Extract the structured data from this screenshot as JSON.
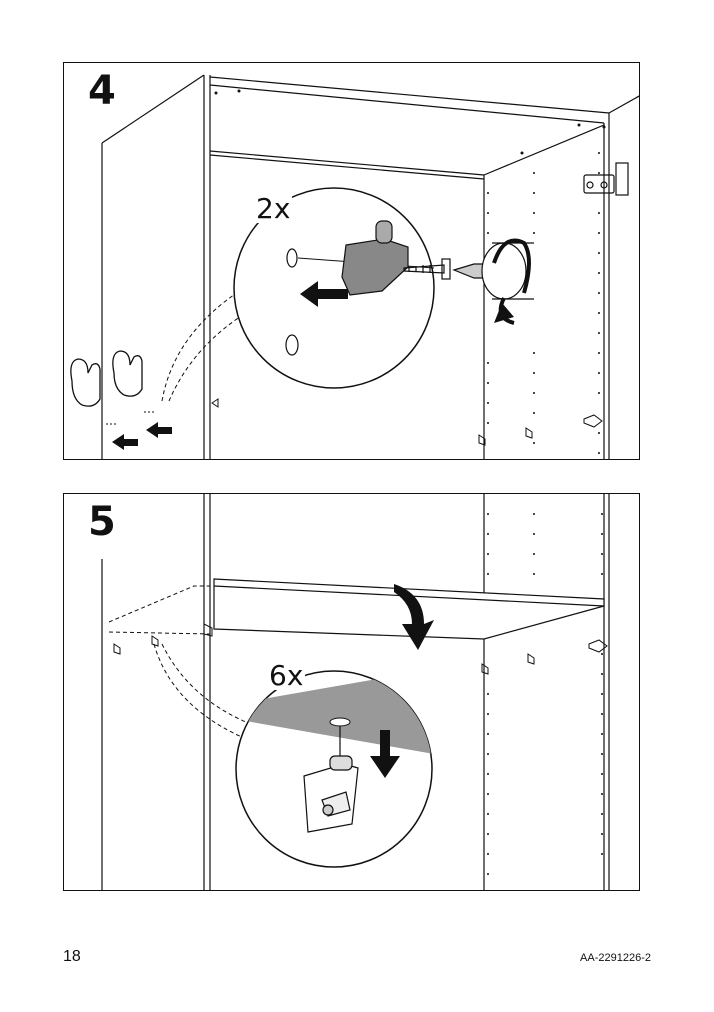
{
  "steps": [
    {
      "number": "4",
      "quantity": "2x"
    },
    {
      "number": "5",
      "quantity": "6x"
    }
  ],
  "footer": {
    "page_number": "18",
    "document_code": "AA-2291226-2"
  },
  "icons": {
    "step4": [
      "cabinet-illustration",
      "magnifier-circle",
      "shelf-support-pin",
      "screwdriver-icon",
      "rotate-arrow-icon",
      "push-arrow-icon",
      "pointing-hand-icon"
    ],
    "step5": [
      "cabinet-illustration",
      "shelf-board",
      "down-arrow-icon",
      "magnifier-circle",
      "shelf-support-pin"
    ]
  }
}
